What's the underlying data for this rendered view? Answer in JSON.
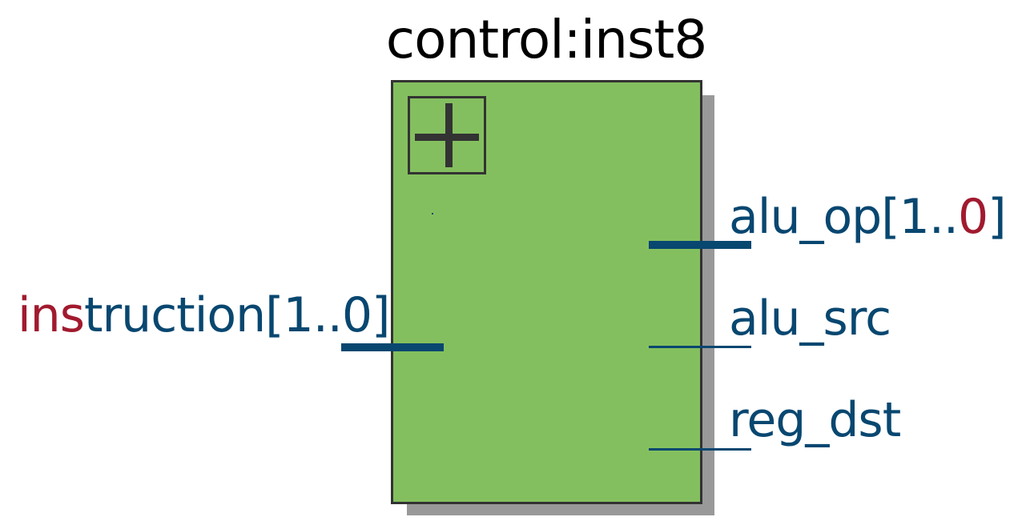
{
  "instance": {
    "title": "control:inst8"
  },
  "inputs": [
    {
      "name_highlight": "ins",
      "name_rest": "truction[1..0]",
      "is_bus": true
    }
  ],
  "outputs": [
    {
      "name_main": "alu_op[1..",
      "name_highlight": "0",
      "name_tail": "]",
      "is_bus": true
    },
    {
      "name": "alu_src",
      "is_bus": false
    },
    {
      "name": "reg_dst",
      "is_bus": false
    }
  ],
  "colors": {
    "block_fill": "#84bf5f",
    "block_border": "#333333",
    "shadow": "#999999",
    "wire": "#084770",
    "highlight_text": "#a11a2e",
    "port_text": "#084770"
  },
  "icons": {
    "expand": "plus-icon"
  }
}
